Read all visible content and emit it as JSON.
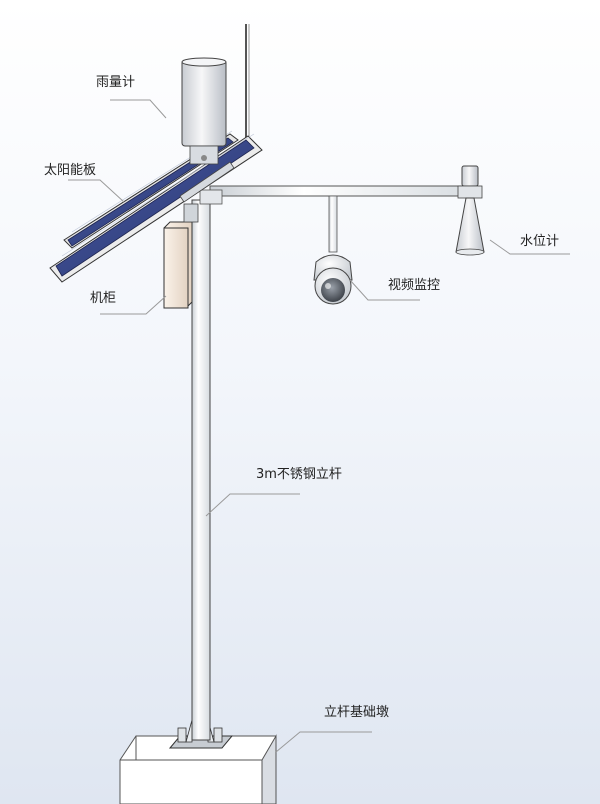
{
  "labels": {
    "rain_gauge": "雨量计",
    "solar_panel": "太阳能板",
    "cabinet": "机柜",
    "video_monitor": "视频监控",
    "water_level": "水位计",
    "pole": "3m不锈钢立杆",
    "foundation": "立杆基础墩"
  },
  "colors": {
    "panel_blue": "#2f3f7e",
    "metal_light": "#f2f4f6",
    "metal_shade": "#b9c0c8",
    "cabinet": "#e9dcd0",
    "leader": "#9a9a9a"
  }
}
